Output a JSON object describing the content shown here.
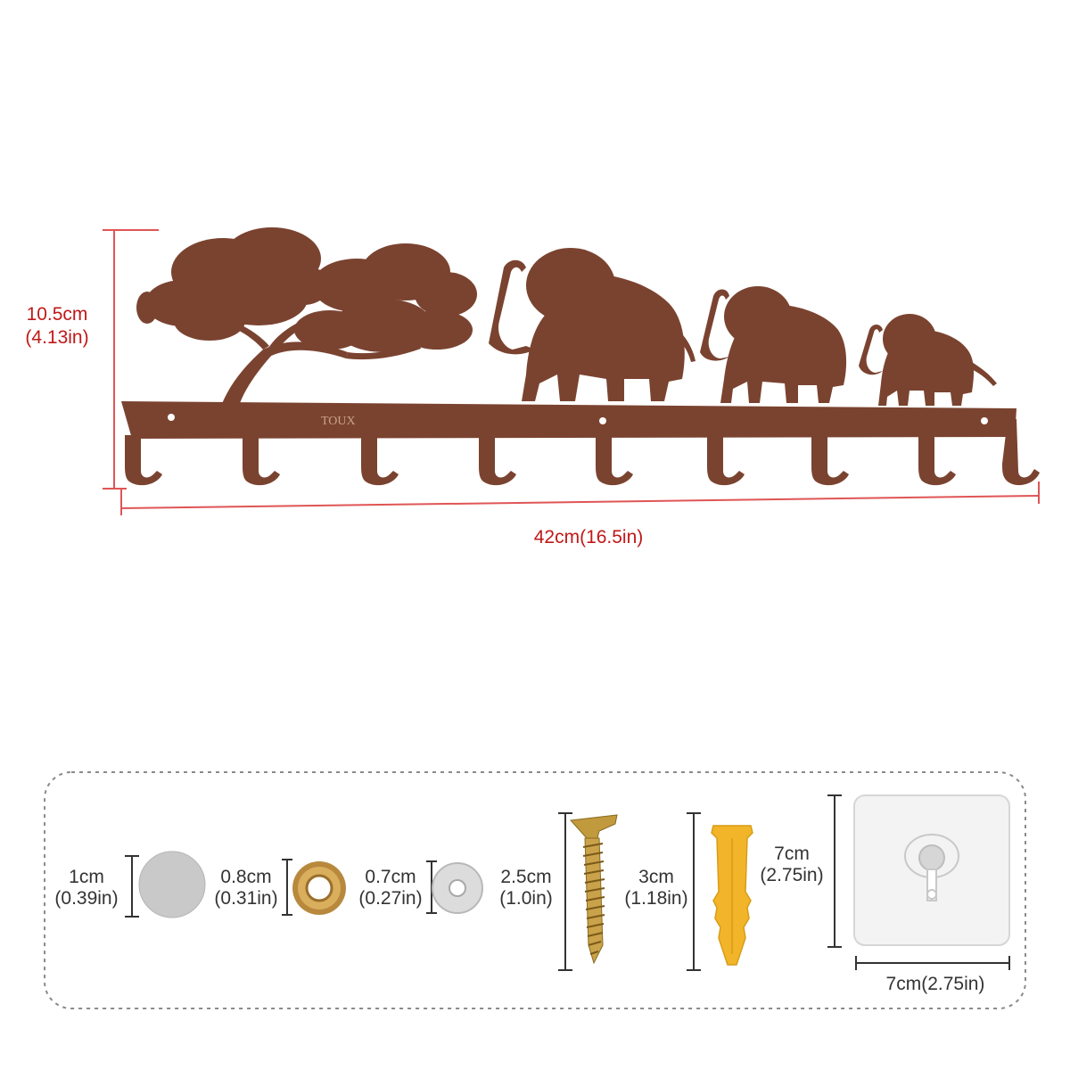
{
  "product": {
    "name": "Elephant key holder wall hook rack",
    "color": "#7a4330",
    "hook_count": 9,
    "height_cm": "10.5cm",
    "height_in": "(4.13in)",
    "width_label": "42cm(16.5in)",
    "engraving": "TOUX"
  },
  "dimension_color": "#c01818",
  "accessories": [
    {
      "name": "cover-cap",
      "size_cm": "1cm",
      "size_in": "(0.39in)"
    },
    {
      "name": "brass-washer",
      "size_cm": "0.8cm",
      "size_in": "(0.31in)"
    },
    {
      "name": "flat-washer",
      "size_cm": "0.7cm",
      "size_in": "(0.27in)"
    },
    {
      "name": "screw",
      "size_cm": "2.5cm",
      "size_in": "(1.0in)"
    },
    {
      "name": "wall-anchor",
      "size_cm": "3cm",
      "size_in": "(1.18in)"
    },
    {
      "name": "adhesive-hook",
      "size_cm": "7cm",
      "size_in": "(2.75in)",
      "width_label": "7cm(2.75in)"
    }
  ]
}
